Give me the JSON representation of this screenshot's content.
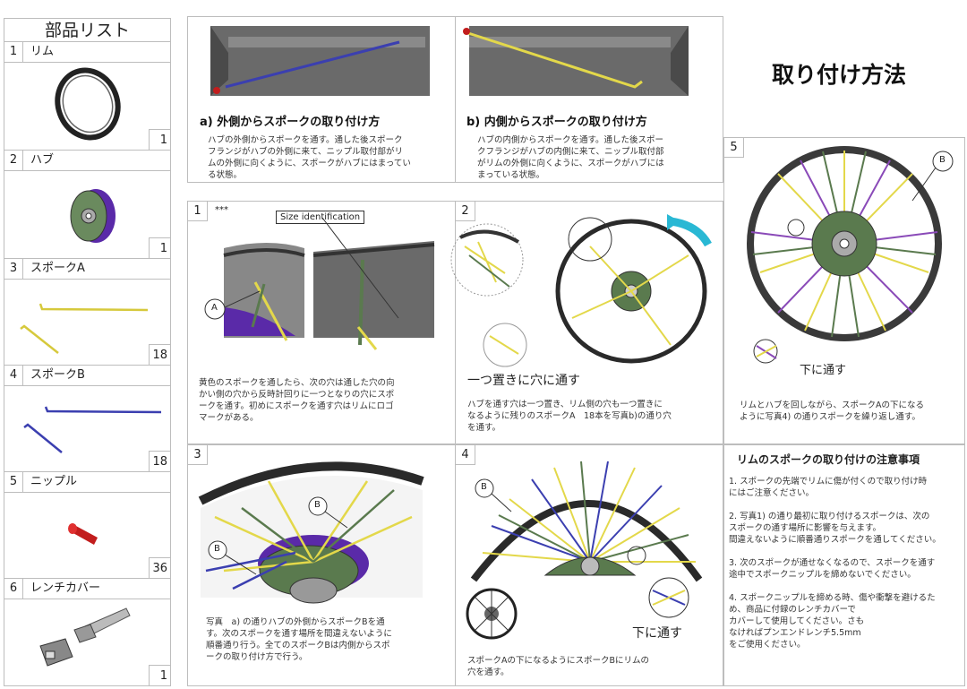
{
  "parts": {
    "title": "部品リスト",
    "items": [
      {
        "no": "1",
        "name": "リム",
        "qty": "1"
      },
      {
        "no": "2",
        "name": "ハブ",
        "qty": "1"
      },
      {
        "no": "3",
        "name": "スポークA",
        "qty": "18"
      },
      {
        "no": "4",
        "name": "スポークB",
        "qty": "18"
      },
      {
        "no": "5",
        "name": "ニップル",
        "qty": "36"
      },
      {
        "no": "6",
        "name": "レンチカバー",
        "qty": "1"
      }
    ]
  },
  "main_title": "取り付け方法",
  "method_a": {
    "caption": "a) 外側からスポークの取り付け方",
    "text": "ハブの外側からスポークを通す。通した後スポーク\nフランジがハブの外側に来て、ニップル取付部がリ\nムの外側に向くように、スポークがハブにはまってい\nる状態。"
  },
  "method_b": {
    "caption": "b) 内側からスポークの取り付け方",
    "text": "ハブの内側からスポークを通す。通した後スポー\nクフランジがハブの内側に来て、ニップル取付部\nがリムの外側に向くように、スポークがハブには\nまっている状態。"
  },
  "step1": {
    "no": "1",
    "mark": "***",
    "label_size": "Size identification",
    "label_a": "A",
    "text": "黄色のスポークを通したら、次の穴は通した穴の向\nかい側の穴から反時計回りに一つとなりの穴にスポ\nークを通す。初めにスポークを通す穴はリムにロゴ\nマークがある。"
  },
  "step2": {
    "no": "2",
    "note": "一つ置きに穴に通す",
    "text": "ハブを通す穴は一つ置き、リム側の穴も一つ置きに\nなるように残りのスポークA　18本を写真b)の通り穴\nを通す。"
  },
  "step3": {
    "no": "3",
    "label_b1": "B",
    "label_b2": "B",
    "text": "写真　a) の通りハブの外側からスポークBを通\nす。次のスポークを通す場所を間違えないように\n順番通り行う。全てのスポークBは内側からスポ\nークの取り付け方で行う。"
  },
  "step4": {
    "no": "4",
    "label_b": "B",
    "note": "下に通す",
    "text": "スポークAの下になるようにスポークBにリムの\n穴を通す。"
  },
  "step5": {
    "no": "5",
    "label_b": "B",
    "note": "下に通す",
    "text": "リムとハブを回しながら、スポークAの下になる\nように写真4) の通りスポークを繰り返し通す。"
  },
  "notes": {
    "title": "リムのスポークの取り付けの注意事項",
    "text": "1. スポークの先端でリムに傷が付くので取り付け時\nにはご注意ください。\n\n2. 写真1) の通り最初に取り付けるスポークは、次の\nスポークの通す場所に影響を与えます。\n間違えないように順番通りスポークを通してください。\n\n3. 次のスポークが通せなくなるので、スポークを通す\n途中でスポークニップルを締めないでください。\n\n4. スポークニップルを締める時、傷や衝撃を避けるた\nめ、商品に付録のレンチカバーで\nカバーして使用してください。さも\nなければプンエンドレンチ5.5mm\nをご使用ください。"
  },
  "colors": {
    "spoke_a": "#e3d84a",
    "spoke_b": "#3b3fb0",
    "hub": "#5a7a4e",
    "hub_purple": "#5a2aa8",
    "nipple": "#c21d1d",
    "rim": "#333333",
    "arrow": "#29b8d4"
  }
}
